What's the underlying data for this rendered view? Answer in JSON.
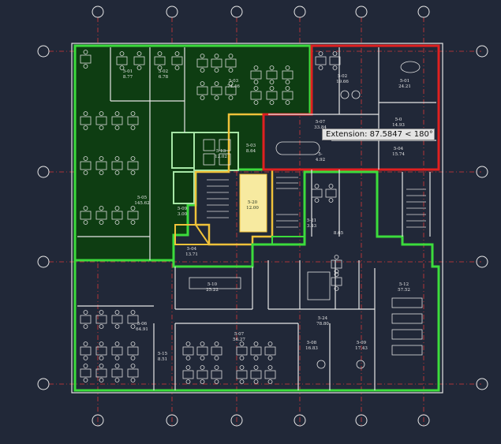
{
  "tooltip": {
    "text": "Extension: 87.5847 < 180°"
  },
  "rooms": [
    {
      "code": "5-01",
      "area": "8.77"
    },
    {
      "code": "5-02",
      "area": "6.78"
    },
    {
      "code": "5-03",
      "area": "74.46"
    },
    {
      "code": "5-02",
      "area": "19.66"
    },
    {
      "code": "5-01",
      "area": "24.21"
    },
    {
      "code": "5-07",
      "area": "33.84"
    },
    {
      "code": "5-0",
      "area": "14.93"
    },
    {
      "code": "5-04",
      "area": "15.74"
    },
    {
      "code": "5-03",
      "area": "8.64"
    },
    {
      "code": "5-13",
      "area": "12.02"
    },
    {
      "code": "5-",
      "area": "4.92"
    },
    {
      "code": "5-05",
      "area": "145.62"
    },
    {
      "code": "5-09",
      "area": "3.00"
    },
    {
      "code": "5-04",
      "area": "13.71"
    },
    {
      "code": "5-20",
      "area": "12.00"
    },
    {
      "code": "5-21",
      "area": "3.43"
    },
    {
      "code": "",
      "area": "8.65"
    },
    {
      "code": "5-10",
      "area": "25.22"
    },
    {
      "code": "5-12",
      "area": "57.52"
    },
    {
      "code": "5-06",
      "area": "64.91"
    },
    {
      "code": "5-24",
      "area": "78.80"
    },
    {
      "code": "5-15",
      "area": "8.51"
    },
    {
      "code": "5-07",
      "area": "56.27"
    },
    {
      "code": "5-08",
      "area": "16.83"
    },
    {
      "code": "5-09",
      "area": "17.43"
    }
  ]
}
